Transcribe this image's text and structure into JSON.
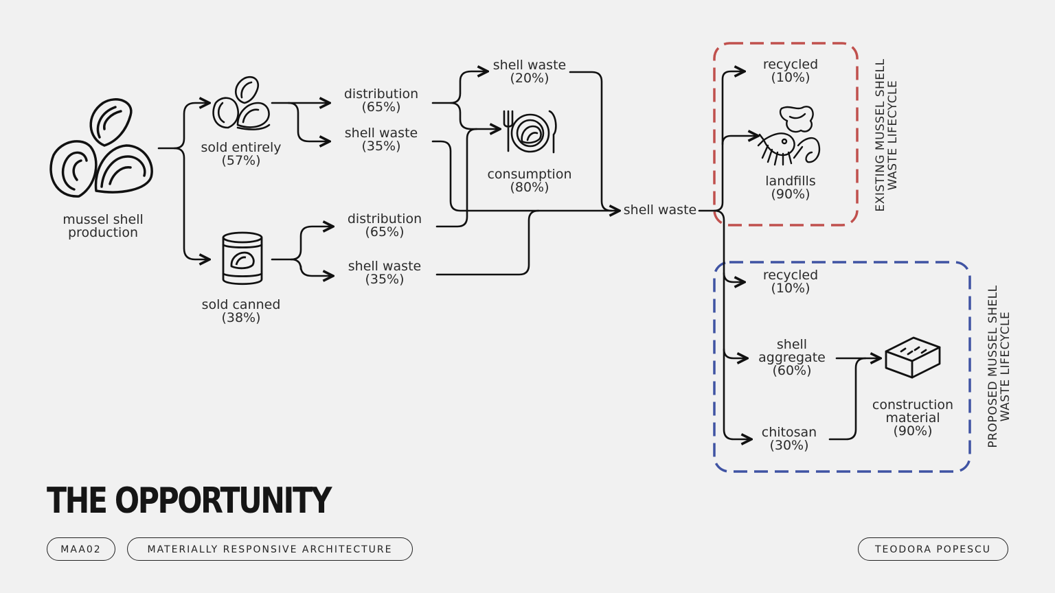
{
  "nodes": {
    "production": [
      "mussel shell",
      "production"
    ],
    "sold_entirely": [
      "sold entirely",
      "(57%)"
    ],
    "sold_canned": [
      "sold canned",
      "(38%)"
    ],
    "distribution_a": [
      "distribution",
      "(65%)"
    ],
    "shell_waste_a": [
      "shell waste",
      "(35%)"
    ],
    "distribution_b": [
      "distribution",
      "(65%)"
    ],
    "shell_waste_b": [
      "shell waste",
      "(35%)"
    ],
    "shell_waste_c": [
      "shell waste",
      "(20%)"
    ],
    "consumption": [
      "consumption",
      "(80%)"
    ],
    "shell_waste_total": [
      "shell waste"
    ],
    "recycled_existing": [
      "recycled",
      "(10%)"
    ],
    "landfills": [
      "landfills",
      "(90%)"
    ],
    "recycled_proposed": [
      "recycled",
      "(10%)"
    ],
    "shell_aggregate": [
      "shell",
      "aggregate",
      "(60%)"
    ],
    "chitosan": [
      "chitosan",
      "(30%)"
    ],
    "construction_material": [
      "construction",
      "material",
      "(90%)"
    ]
  },
  "groups": {
    "existing": [
      "EXISTING MUSSEL SHELL",
      "WASTE LIFECYCLE"
    ],
    "proposed": [
      "PROPOSED MUSSEL SHELL",
      "WASTE LIFECYCLE"
    ]
  },
  "colors": {
    "existing": "#c0504d",
    "proposed": "#3f53a3",
    "line": "#111111"
  },
  "footer": {
    "title": "THE OPPORTUNITY",
    "code": "MAA02",
    "course": "MATERIALLY RESPONSIVE ARCHITECTURE",
    "author": "TEODORA POPESCU"
  },
  "icons": [
    "mussel-icon",
    "mussels-small-icon",
    "can-icon",
    "plate-cutlery-icon",
    "landfill-waste-icon",
    "brick-icon"
  ]
}
